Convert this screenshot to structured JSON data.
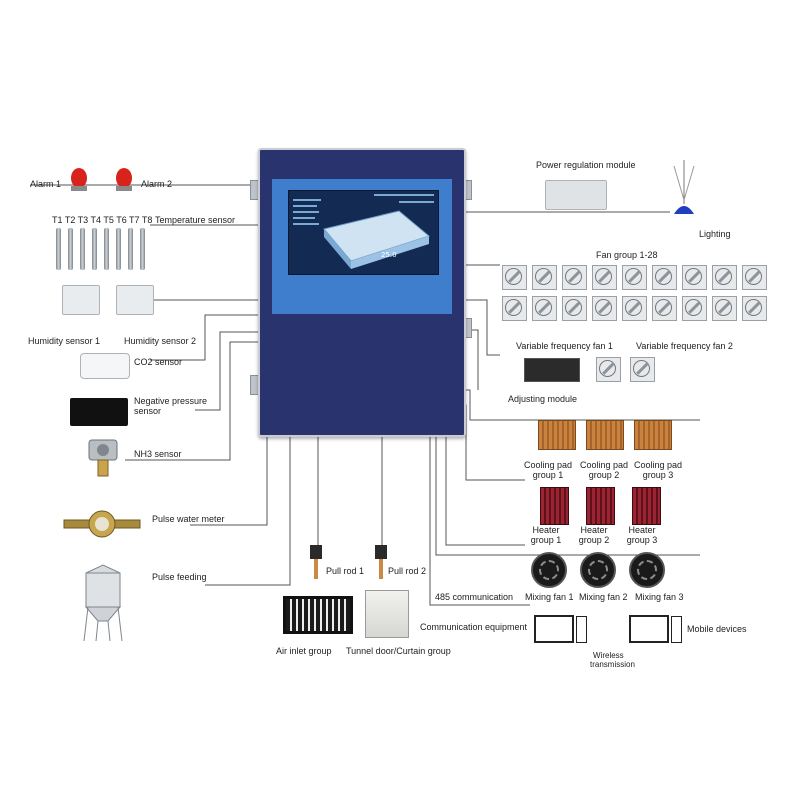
{
  "controller": {
    "screen_temperature": "25.0"
  },
  "labels": {
    "alarm1": "Alarm 1",
    "alarm2": "Alarm 2",
    "t_sensor_ids": "T1  T2  T3 T4 T5  T6 T7 T8",
    "temperature_sensor": "Temperature sensor",
    "humidity_sensor_1": "Humidity sensor 1",
    "humidity_sensor_2": "Humidity sensor 2",
    "co2_sensor": "CO2 sensor",
    "negative_pressure_line1": "Negative pressure",
    "negative_pressure_line2": "sensor",
    "nh3_sensor": "NH3 sensor",
    "pulse_water_meter": "Pulse water meter",
    "pulse_feeding": "Pulse feeding",
    "pull_rod_1": "Pull rod 1",
    "pull_rod_2": "Pull rod 2",
    "air_inlet_group": "Air inlet group",
    "tunnel_door": "Tunnel door/Curtain group",
    "power_regulation_module": "Power regulation module",
    "lighting": "Lighting",
    "fan_group": "Fan group 1-28",
    "variable_frequency_fan_1": "Variable frequency fan 1",
    "variable_frequency_fan_2": "Variable frequency fan 2",
    "adjusting_module": "Adjusting module",
    "cooling_pad_1_line1": "Cooling pad",
    "cooling_pad_1_line2": "group 1",
    "cooling_pad_2_line1": "Cooling pad",
    "cooling_pad_2_line2": "group 2",
    "cooling_pad_3_line1": "Cooling pad",
    "cooling_pad_3_line2": "group 3",
    "heater_1_line1": "Heater",
    "heater_1_line2": "group 1",
    "heater_2_line1": "Heater",
    "heater_2_line2": "group 2",
    "heater_3_line1": "Heater",
    "heater_3_line2": "group 3",
    "mixing_fan_1": "Mixing fan 1",
    "mixing_fan_2": "Mixing fan 2",
    "mixing_fan_3": "Mixing fan 3",
    "comm_485": "485 communication",
    "communication_equipment": "Communication equipment",
    "mobile_devices": "Mobile devices",
    "wireless_line1": "Wireless",
    "wireless_line2": "transmission"
  },
  "colors": {
    "controller_body": "#29346e",
    "screen": "#3e7ecd",
    "alarm_red": "#d8231c",
    "lighting_blue": "#1f3fbf"
  },
  "icons": [
    "alarm-light-icon",
    "temperature-probe-icon",
    "humidity-sensor-icon",
    "co2-sensor-icon",
    "pressure-sensor-icon",
    "nh3-sensor-icon",
    "water-meter-icon",
    "feed-silo-icon",
    "exhaust-fan-icon",
    "cooling-pad-icon",
    "heater-icon",
    "mixing-fan-icon",
    "computer-icon",
    "lamp-icon"
  ]
}
